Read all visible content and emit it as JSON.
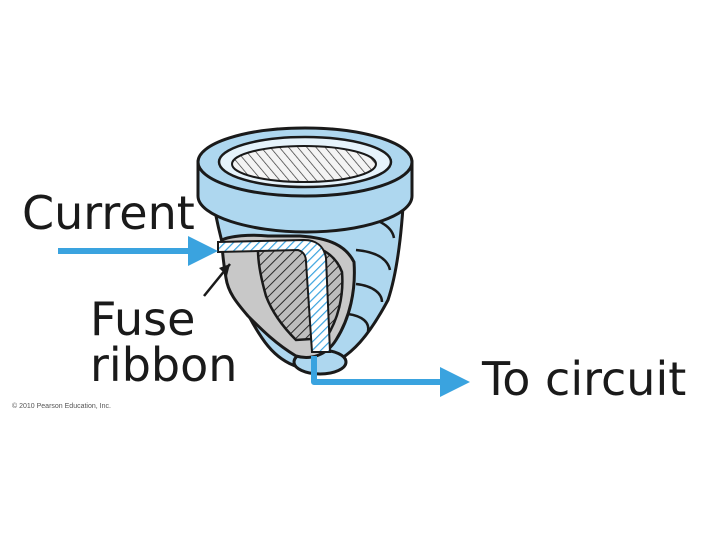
{
  "labels": {
    "current": "Current",
    "fuse_line1": "Fuse",
    "fuse_line2": "ribbon",
    "to_circuit": "To circuit"
  },
  "copyright": "© 2010 Pearson Education, Inc.",
  "colors": {
    "arrow": "#3aa3df",
    "socket_blue": "#aed7ef",
    "outline": "#1a1a1a",
    "filler_gray": "#c8c8c8"
  }
}
